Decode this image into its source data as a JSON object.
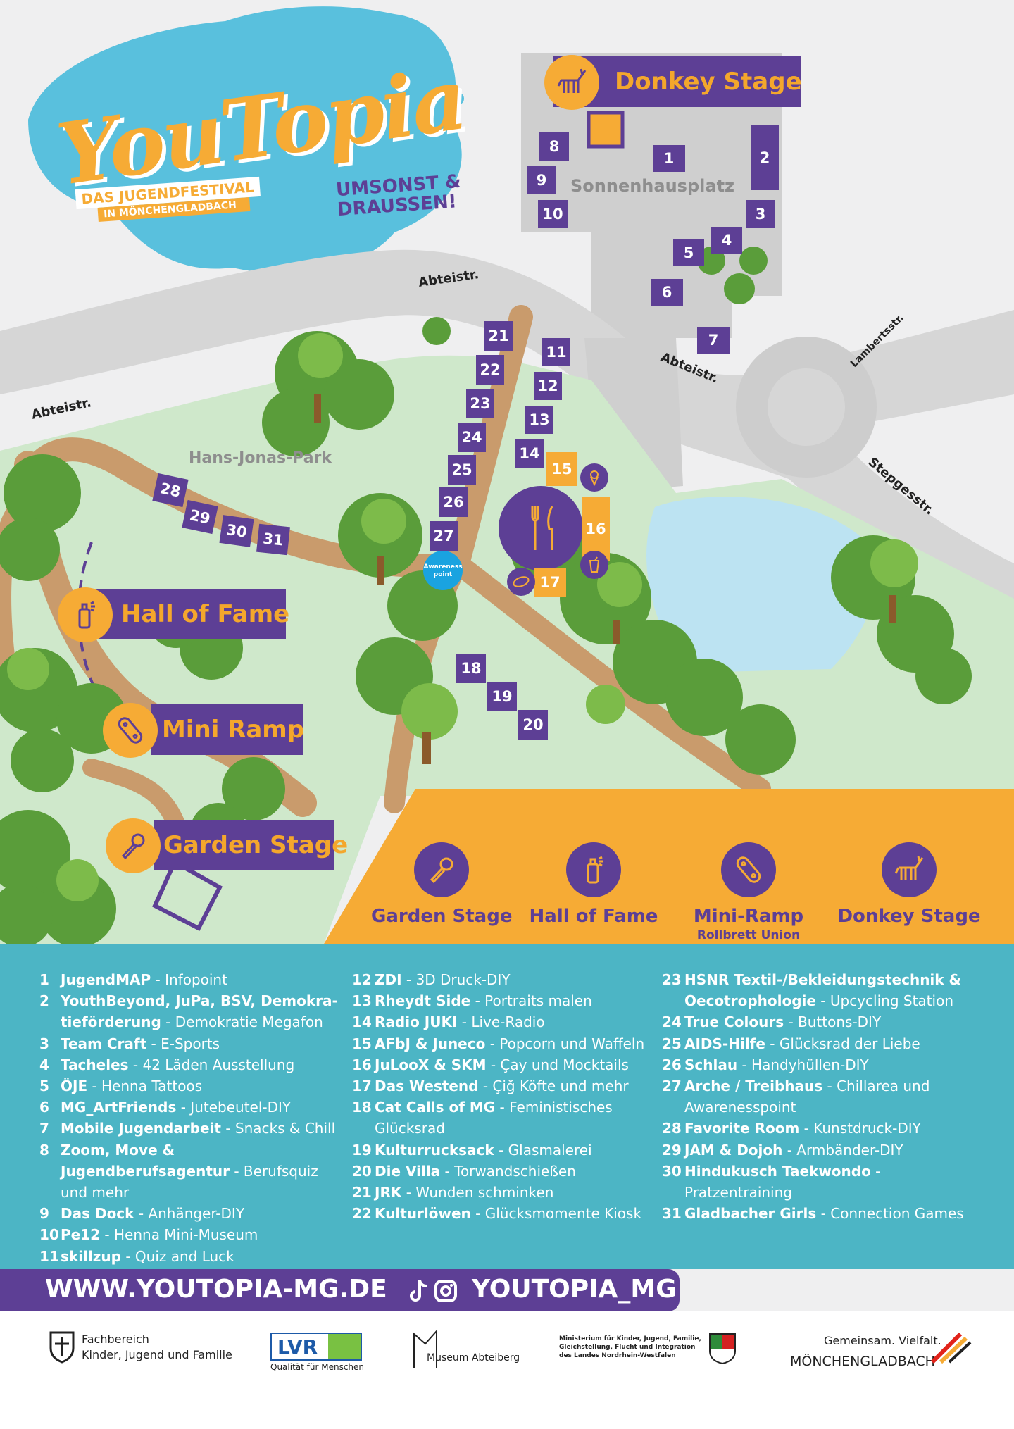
{
  "brand": {
    "logo": "YouTopia",
    "tagline_line1": "DAS JUGENDFESTIVAL",
    "tagline_line2": "IN MÖNCHENGLADBACH",
    "slogan_line1": "UMSONST &",
    "slogan_line2": "DRAUSSEN!",
    "colors": {
      "purple": "#5d3f95",
      "orange": "#f6ab35",
      "teal": "#4cb5c5",
      "park_green": "#cfe8cb",
      "path_brown": "#c99b6c",
      "pavement": "#cfcfcf",
      "pond": "#bce3f2"
    }
  },
  "map": {
    "streets": [
      "Abteistr.",
      "Abteistr.",
      "Abteistr.",
      "Lambertsstr.",
      "Stepgesstr."
    ],
    "places": {
      "square": "Sonnenhausplatz",
      "park": "Hans-Jonas-Park",
      "awareness_line1": "Awareness",
      "awareness_line2": "point"
    },
    "stages": [
      {
        "label": "Donkey Stage",
        "icon": "donkey-icon"
      },
      {
        "label": "Hall of Fame",
        "icon": "spray-can-icon"
      },
      {
        "label": "Mini Ramp",
        "icon": "skateboard-icon"
      },
      {
        "label": "Garden Stage",
        "icon": "microphone-icon"
      }
    ],
    "stands": [
      "1",
      "2",
      "3",
      "4",
      "5",
      "6",
      "7",
      "8",
      "9",
      "10",
      "11",
      "12",
      "13",
      "14",
      "15",
      "16",
      "17",
      "18",
      "19",
      "20",
      "21",
      "22",
      "23",
      "24",
      "25",
      "26",
      "27",
      "28",
      "29",
      "30",
      "31"
    ],
    "food_icons": [
      "ice-cream-icon",
      "cutlery-icon",
      "drink-icon",
      "flatbread-icon"
    ]
  },
  "legend": [
    {
      "label": "Garden Stage",
      "sub": "",
      "icon": "microphone-icon"
    },
    {
      "label": "Hall of Fame",
      "sub": "",
      "icon": "spray-can-icon"
    },
    {
      "label": "Mini-Ramp",
      "sub": "Rollbrett Union",
      "icon": "skateboard-icon"
    },
    {
      "label": "Donkey Stage",
      "sub": "",
      "icon": "donkey-icon"
    }
  ],
  "directory": {
    "col1": [
      {
        "num": "1",
        "name": "JugendMAP",
        "desc": " - Infopoint"
      },
      {
        "num": "2",
        "name": "YouthBeyond, JuPa, BSV, Demokra-tieförderung",
        "desc": " - Demokratie Megafon"
      },
      {
        "num": "3",
        "name": "Team Craft",
        "desc": " - E-Sports"
      },
      {
        "num": "4",
        "name": "Tacheles",
        "desc": " - 42 Läden Ausstellung"
      },
      {
        "num": "5",
        "name": "ÖJE",
        "desc": " - Henna Tattoos"
      },
      {
        "num": "6",
        "name": "MG_ArtFriends",
        "desc": " - Jutebeutel-DIY"
      },
      {
        "num": "7",
        "name": "Mobile Jugendarbeit",
        "desc": " - Snacks & Chill"
      },
      {
        "num": "8",
        "name": "Zoom, Move & Jugendberufsagentur",
        "desc": " - Berufsquiz und mehr"
      },
      {
        "num": "9",
        "name": "Das Dock",
        "desc": " - Anhänger-DIY"
      },
      {
        "num": "10",
        "name": "Pe12",
        "desc": " - Henna Mini-Museum"
      },
      {
        "num": "11",
        "name": "skillzup",
        "desc": " - Quiz and Luck"
      }
    ],
    "col2": [
      {
        "num": "12",
        "name": "ZDI",
        "desc": " - 3D Druck-DIY"
      },
      {
        "num": "13",
        "name": "Rheydt Side",
        "desc": " - Portraits malen"
      },
      {
        "num": "14",
        "name": "Radio JUKI",
        "desc": " - Live-Radio"
      },
      {
        "num": "15",
        "name": "AFbJ & Juneco",
        "desc": " - Popcorn und Waffeln"
      },
      {
        "num": "16",
        "name": "JuLooX & SKM",
        "desc": " - Çay und Mocktails"
      },
      {
        "num": "17",
        "name": "Das Westend",
        "desc": " - Çiğ Köfte und mehr"
      },
      {
        "num": "18",
        "name": "Cat Calls of MG",
        "desc": " - Feministisches Glücksrad"
      },
      {
        "num": "19",
        "name": "Kulturrucksack",
        "desc": " - Glasmalerei"
      },
      {
        "num": "20",
        "name": "Die Villa",
        "desc": " - Torwandschießen"
      },
      {
        "num": "21",
        "name": "JRK",
        "desc": " - Wunden schminken"
      },
      {
        "num": "22",
        "name": "Kulturlöwen",
        "desc": " - Glücksmomente Kiosk"
      }
    ],
    "col3": [
      {
        "num": "23",
        "name": "HSNR Textil-/Bekleidungstechnik & Oecotrophologie",
        "desc": " - Upcycling Station"
      },
      {
        "num": "24",
        "name": "True Colours",
        "desc": " - Buttons-DIY"
      },
      {
        "num": "25",
        "name": "AIDS-Hilfe",
        "desc": " - Glücksrad der Liebe"
      },
      {
        "num": "26",
        "name": "Schlau",
        "desc": " - Handyhüllen-DIY"
      },
      {
        "num": "27",
        "name": "Arche / Treibhaus",
        "desc": " - Chillarea und Awarenesspoint"
      },
      {
        "num": "28",
        "name": "Favorite Room",
        "desc": " - Kunstdruck-DIY"
      },
      {
        "num": "29",
        "name": "JAM & Dojoh",
        "desc": " - Armbänder-DIY"
      },
      {
        "num": "30",
        "name": "Hindukusch Taekwondo",
        "desc": " - Pratzentraining"
      },
      {
        "num": "31",
        "name": "Gladbacher Girls",
        "desc": " - Connection Games"
      }
    ]
  },
  "footer": {
    "website": "WWW.YOUTOPIA-MG.DE",
    "social": "YOUTOPIA_MG",
    "social_icons": [
      "tiktok-icon",
      "instagram-icon"
    ],
    "logos": {
      "fachbereich_line1": "Fachbereich",
      "fachbereich_line2": "Kinder, Jugend und Familie",
      "lvr": "LVR",
      "lvr_sub": "Qualität für Menschen",
      "museum": "Museum Abteiberg",
      "ministry_line1": "Ministerium für Kinder, Jugend, Familie,",
      "ministry_line2": "Gleichstellung, Flucht und Integration",
      "ministry_line3": "des Landes Nordrhein-Westfalen",
      "city_line1": "Gemeinsam. Vielfalt.",
      "city_line2": "MÖNCHENGLADBACH"
    }
  }
}
